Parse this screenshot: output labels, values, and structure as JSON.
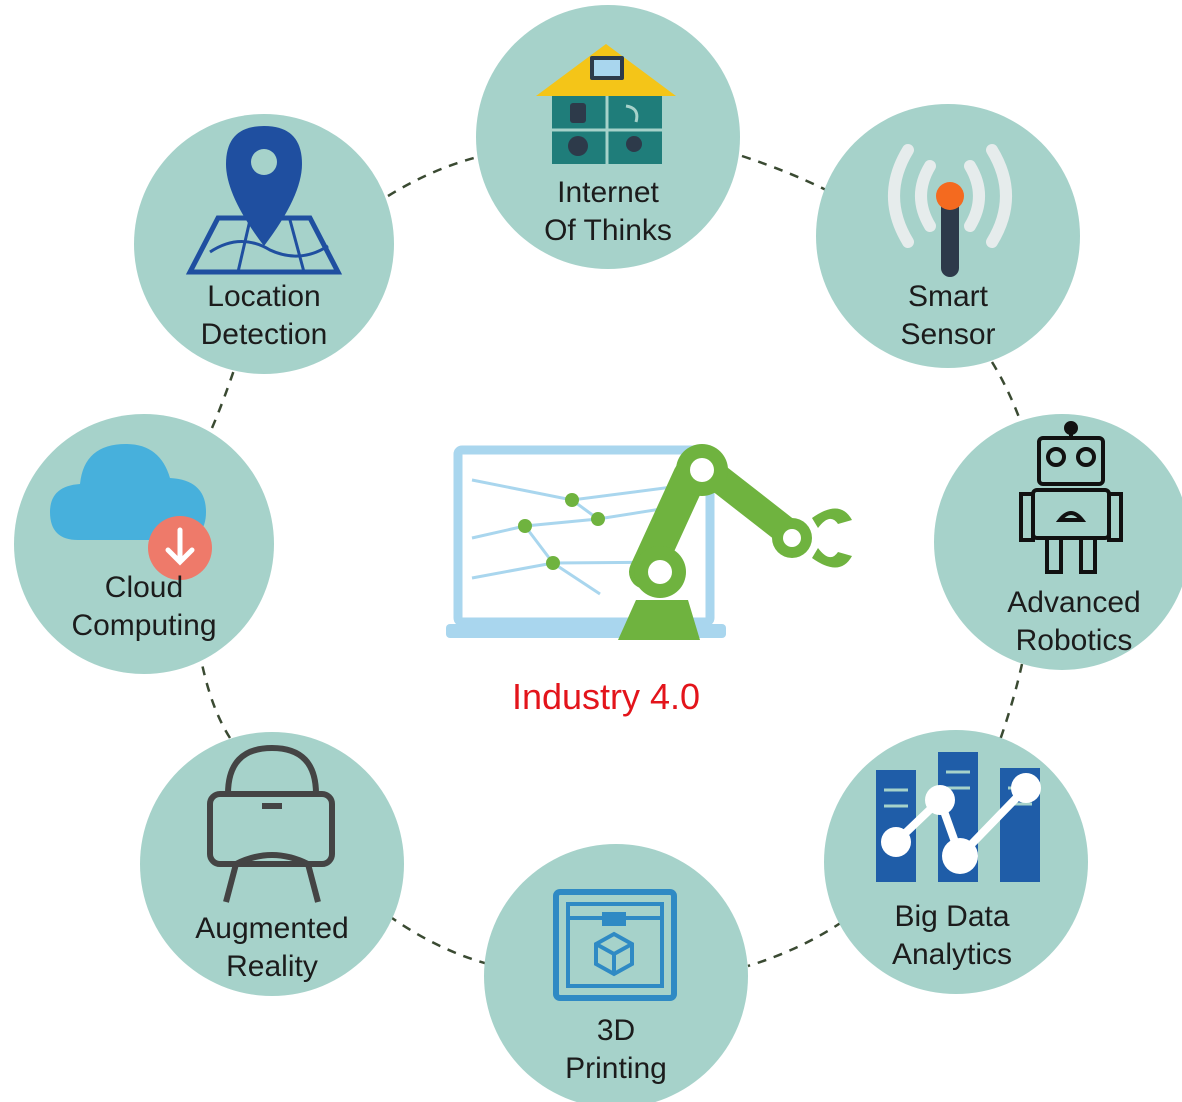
{
  "center": {
    "title": "Industry 4.0",
    "title_color": "#e3141b"
  },
  "colors": {
    "circle_fill": "#a6d2ca",
    "connector": "#3a4a32",
    "robot_arm": "#6fb33f",
    "laptop": "#a9d6ee",
    "icon_dark": "#2d3a4a",
    "pin_blue": "#1f4fa0",
    "cloud": "#47b0dc",
    "download_badge": "#ee7a6a",
    "house_roof": "#f4c518",
    "house_panel": "#1f7d7a",
    "sensor_tip": "#f46a1f",
    "printer_blue": "#2f8ac4",
    "servers_blue": "#1f5da8"
  },
  "nodes": [
    {
      "id": "iot",
      "icon": "smart-home-icon",
      "lines": [
        "Internet",
        "Of Thinks"
      ]
    },
    {
      "id": "sensor",
      "icon": "sensor-icon",
      "lines": [
        "Smart",
        "Sensor"
      ]
    },
    {
      "id": "robotics",
      "icon": "robot-icon",
      "lines": [
        "Advanced",
        "Robotics"
      ]
    },
    {
      "id": "bigdata",
      "icon": "server-chart-icon",
      "lines": [
        "Big Data",
        "Analytics"
      ]
    },
    {
      "id": "printing",
      "icon": "3d-printer-icon",
      "lines": [
        "3D",
        "Printing"
      ]
    },
    {
      "id": "ar",
      "icon": "vr-headset-icon",
      "lines": [
        "Augmented",
        "Reality"
      ]
    },
    {
      "id": "cloud",
      "icon": "cloud-download-icon",
      "lines": [
        "Cloud",
        "Computing"
      ]
    },
    {
      "id": "location",
      "icon": "map-pin-icon",
      "lines": [
        "Location",
        "Detection"
      ]
    }
  ]
}
